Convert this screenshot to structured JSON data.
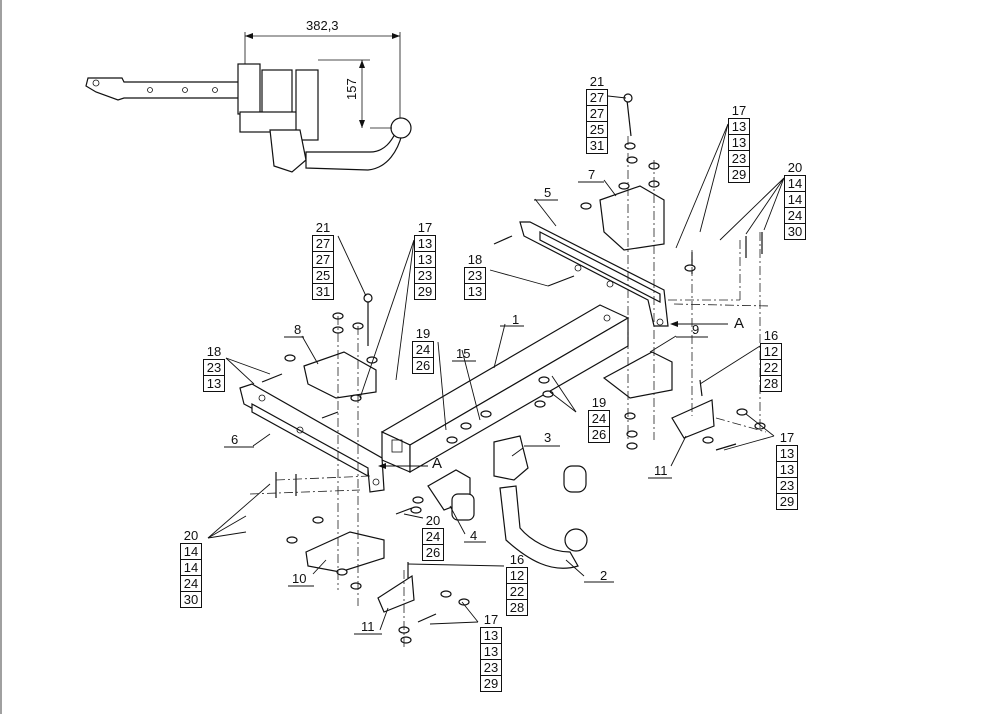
{
  "dimensions": {
    "width": "382,3",
    "height": "157"
  },
  "callouts": {
    "c1": "1",
    "c2": "2",
    "c3": "3",
    "c4": "4",
    "c5": "5",
    "c6": "6",
    "c7": "7",
    "c8": "8",
    "c9": "9",
    "c10": "10",
    "c11a": "11",
    "c11b": "11",
    "c15": "15",
    "a1": "A",
    "a2": "A"
  },
  "stacks": {
    "s21top": {
      "head": "21",
      "items": [
        "27",
        "27",
        "25",
        "31"
      ]
    },
    "s17topR": {
      "head": "17",
      "items": [
        "13",
        "13",
        "23",
        "29"
      ]
    },
    "s20topR": {
      "head": "20",
      "items": [
        "14",
        "14",
        "24",
        "30"
      ]
    },
    "s21left": {
      "head": "21",
      "items": [
        "27",
        "27",
        "25",
        "31"
      ]
    },
    "s17left": {
      "head": "17",
      "items": [
        "13",
        "13",
        "23",
        "29"
      ]
    },
    "s18left": {
      "head": "18",
      "items": [
        "23",
        "13"
      ]
    },
    "s18mid": {
      "head": "18",
      "items": [
        "23",
        "13"
      ]
    },
    "s19a": {
      "head": "19",
      "items": [
        "24",
        "26"
      ]
    },
    "s19b": {
      "head": "19",
      "items": [
        "24",
        "26"
      ]
    },
    "s16right": {
      "head": "16",
      "items": [
        "12",
        "22",
        "28"
      ]
    },
    "s17right": {
      "head": "17",
      "items": [
        "13",
        "13",
        "23",
        "29"
      ]
    },
    "s20bottom": {
      "head": "20",
      "items": [
        "24",
        "26"
      ]
    },
    "s20left": {
      "head": "20",
      "items": [
        "14",
        "14",
        "24",
        "30"
      ]
    },
    "s16bottom": {
      "head": "16",
      "items": [
        "12",
        "22",
        "28"
      ]
    },
    "s17bottom": {
      "head": "17",
      "items": [
        "13",
        "13",
        "23",
        "29"
      ]
    }
  }
}
